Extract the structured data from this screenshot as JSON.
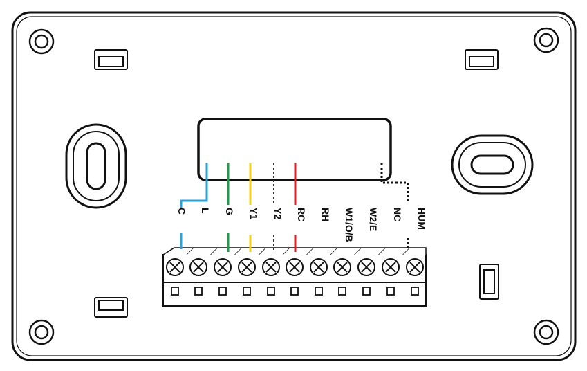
{
  "colors": {
    "C": "#2aa3d6",
    "L": "#2aa3d6",
    "G": "#1f9a4a",
    "Y1": "#f2d21b",
    "RC": "#e21f26",
    "outline": "#1a1a1a"
  },
  "terminals": [
    {
      "label": "C",
      "wire": "blue-L-jumper"
    },
    {
      "label": "L",
      "wire": "blue"
    },
    {
      "label": "G",
      "wire": "green"
    },
    {
      "label": "Y1",
      "wire": "yellow"
    },
    {
      "label": "Y2",
      "wire": "dotted"
    },
    {
      "label": "RC",
      "wire": "red"
    },
    {
      "label": "RH",
      "wire": "none"
    },
    {
      "label": "W1/O/B",
      "wire": "none"
    },
    {
      "label": "W2/E",
      "wire": "none"
    },
    {
      "label": "NC",
      "wire": "none"
    },
    {
      "label": "HUM",
      "wire": "dotted-to-NC"
    }
  ]
}
